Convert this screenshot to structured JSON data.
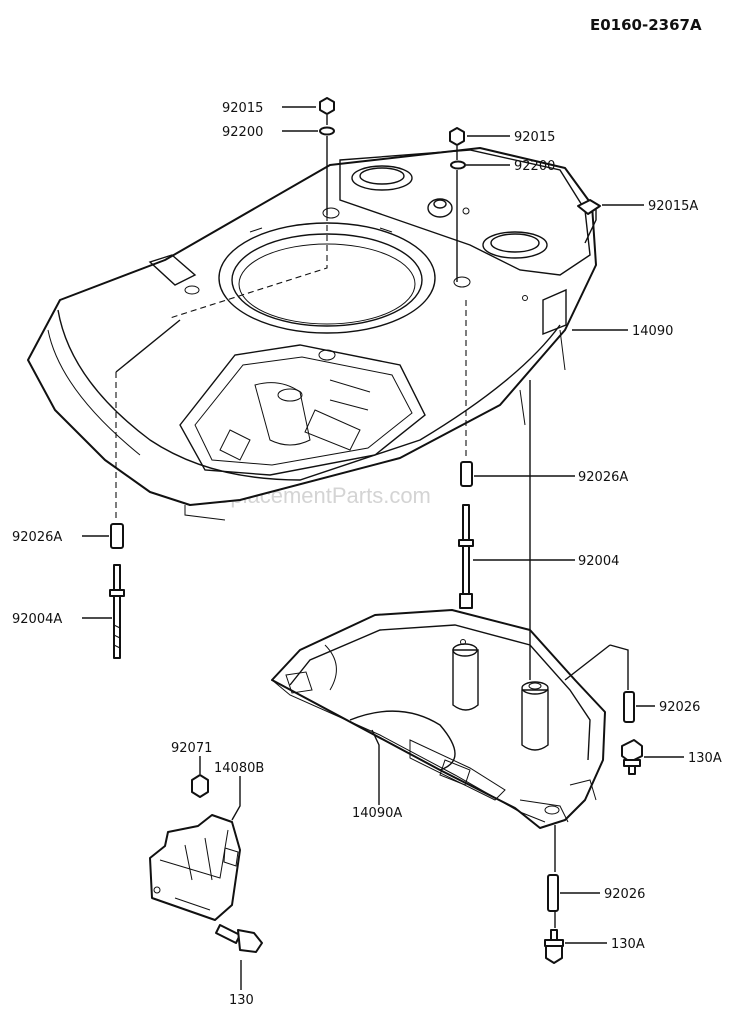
{
  "diagram": {
    "reference_code": "E0160-2367A",
    "watermark": "eReplacementParts.com",
    "colors": {
      "ink": "#111111",
      "paper": "#ffffff",
      "watermark": "#d4d4d4"
    },
    "labels": {
      "nut_top_left": "92015",
      "washer_top_left": "92200",
      "nut_top_right": "92015",
      "washer_top_right": "92200",
      "nut_square": "92015A",
      "cover_upper": "14090",
      "collar_right": "92026A",
      "stud_right": "92004",
      "collar_left": "92026A",
      "stud_left": "92004A",
      "nut_bracket": "92071",
      "bracket": "14080B",
      "cover_lower": "14090A",
      "collar_lower_right": "92026",
      "bolt_right": "130A",
      "collar_bottom": "92026",
      "bolt_bottom": "130A",
      "bolt_bracket": "130"
    }
  }
}
